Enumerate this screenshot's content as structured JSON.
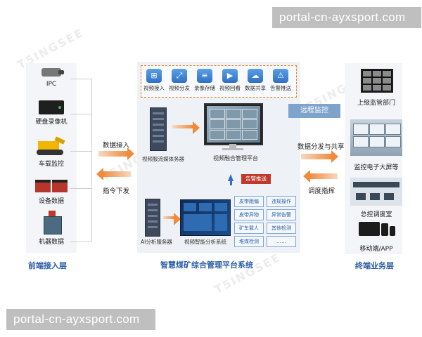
{
  "watermarks": {
    "top": "portal-cn-ayxsport.com",
    "bottom": "portal-cn-ayxsport.com"
  },
  "left_layer": {
    "label": "前端接入层",
    "devices": [
      {
        "label": "IPC",
        "icon": "camera-icon"
      },
      {
        "label": "硬盘录像机",
        "icon": "dvr-icon"
      },
      {
        "label": "车载监控",
        "icon": "loader-truck-icon"
      },
      {
        "label": "设备数据",
        "icon": "mine-cart-icon"
      },
      {
        "label": "机器数据",
        "icon": "machine-icon"
      }
    ]
  },
  "flows_left": {
    "data_in": "数据接入",
    "cmd_out": "指令下发"
  },
  "platform": {
    "label": "智慧煤矿综合管理平台系统",
    "functions": [
      {
        "label": "视频接入",
        "icon": "sitemap-icon"
      },
      {
        "label": "视频分发",
        "icon": "share-icon"
      },
      {
        "label": "录像存储",
        "icon": "database-icon"
      },
      {
        "label": "视频回看",
        "icon": "play-icon"
      },
      {
        "label": "数据共享",
        "icon": "cloud-share-icon"
      },
      {
        "label": "告警推送",
        "icon": "warning-icon"
      }
    ],
    "stream_server": "视频服流媒体务器",
    "fusion_platform": "视频融合管理平台",
    "alert_push": "告警推送",
    "ai_server": "AI分析服务器",
    "ai_system": "视频智能分析系统",
    "tags": [
      "皮带跑偏",
      "违规操作",
      "皮带异物",
      "异常告警",
      "矿车载人",
      "其他检测",
      "堆煤检测",
      "……"
    ]
  },
  "flows_right": {
    "remote": "远程监控",
    "share": "数据分发与共享",
    "dispatch": "调度指挥"
  },
  "right_layer": {
    "label": "终端业务层",
    "terminals": [
      {
        "label": "上级监管部门",
        "icon": "video-wall-icon"
      },
      {
        "label": "监控电子大屏等",
        "icon": "large-screen-icon"
      },
      {
        "label": "总控调度室",
        "icon": "control-room-icon"
      },
      {
        "label": "移动端/APP",
        "icon": "mobile-devices-icon"
      }
    ]
  },
  "colors": {
    "accent_blue": "#2d5fa6",
    "arrow_orange": "#f08a3c",
    "alert_red": "#c0392b"
  }
}
